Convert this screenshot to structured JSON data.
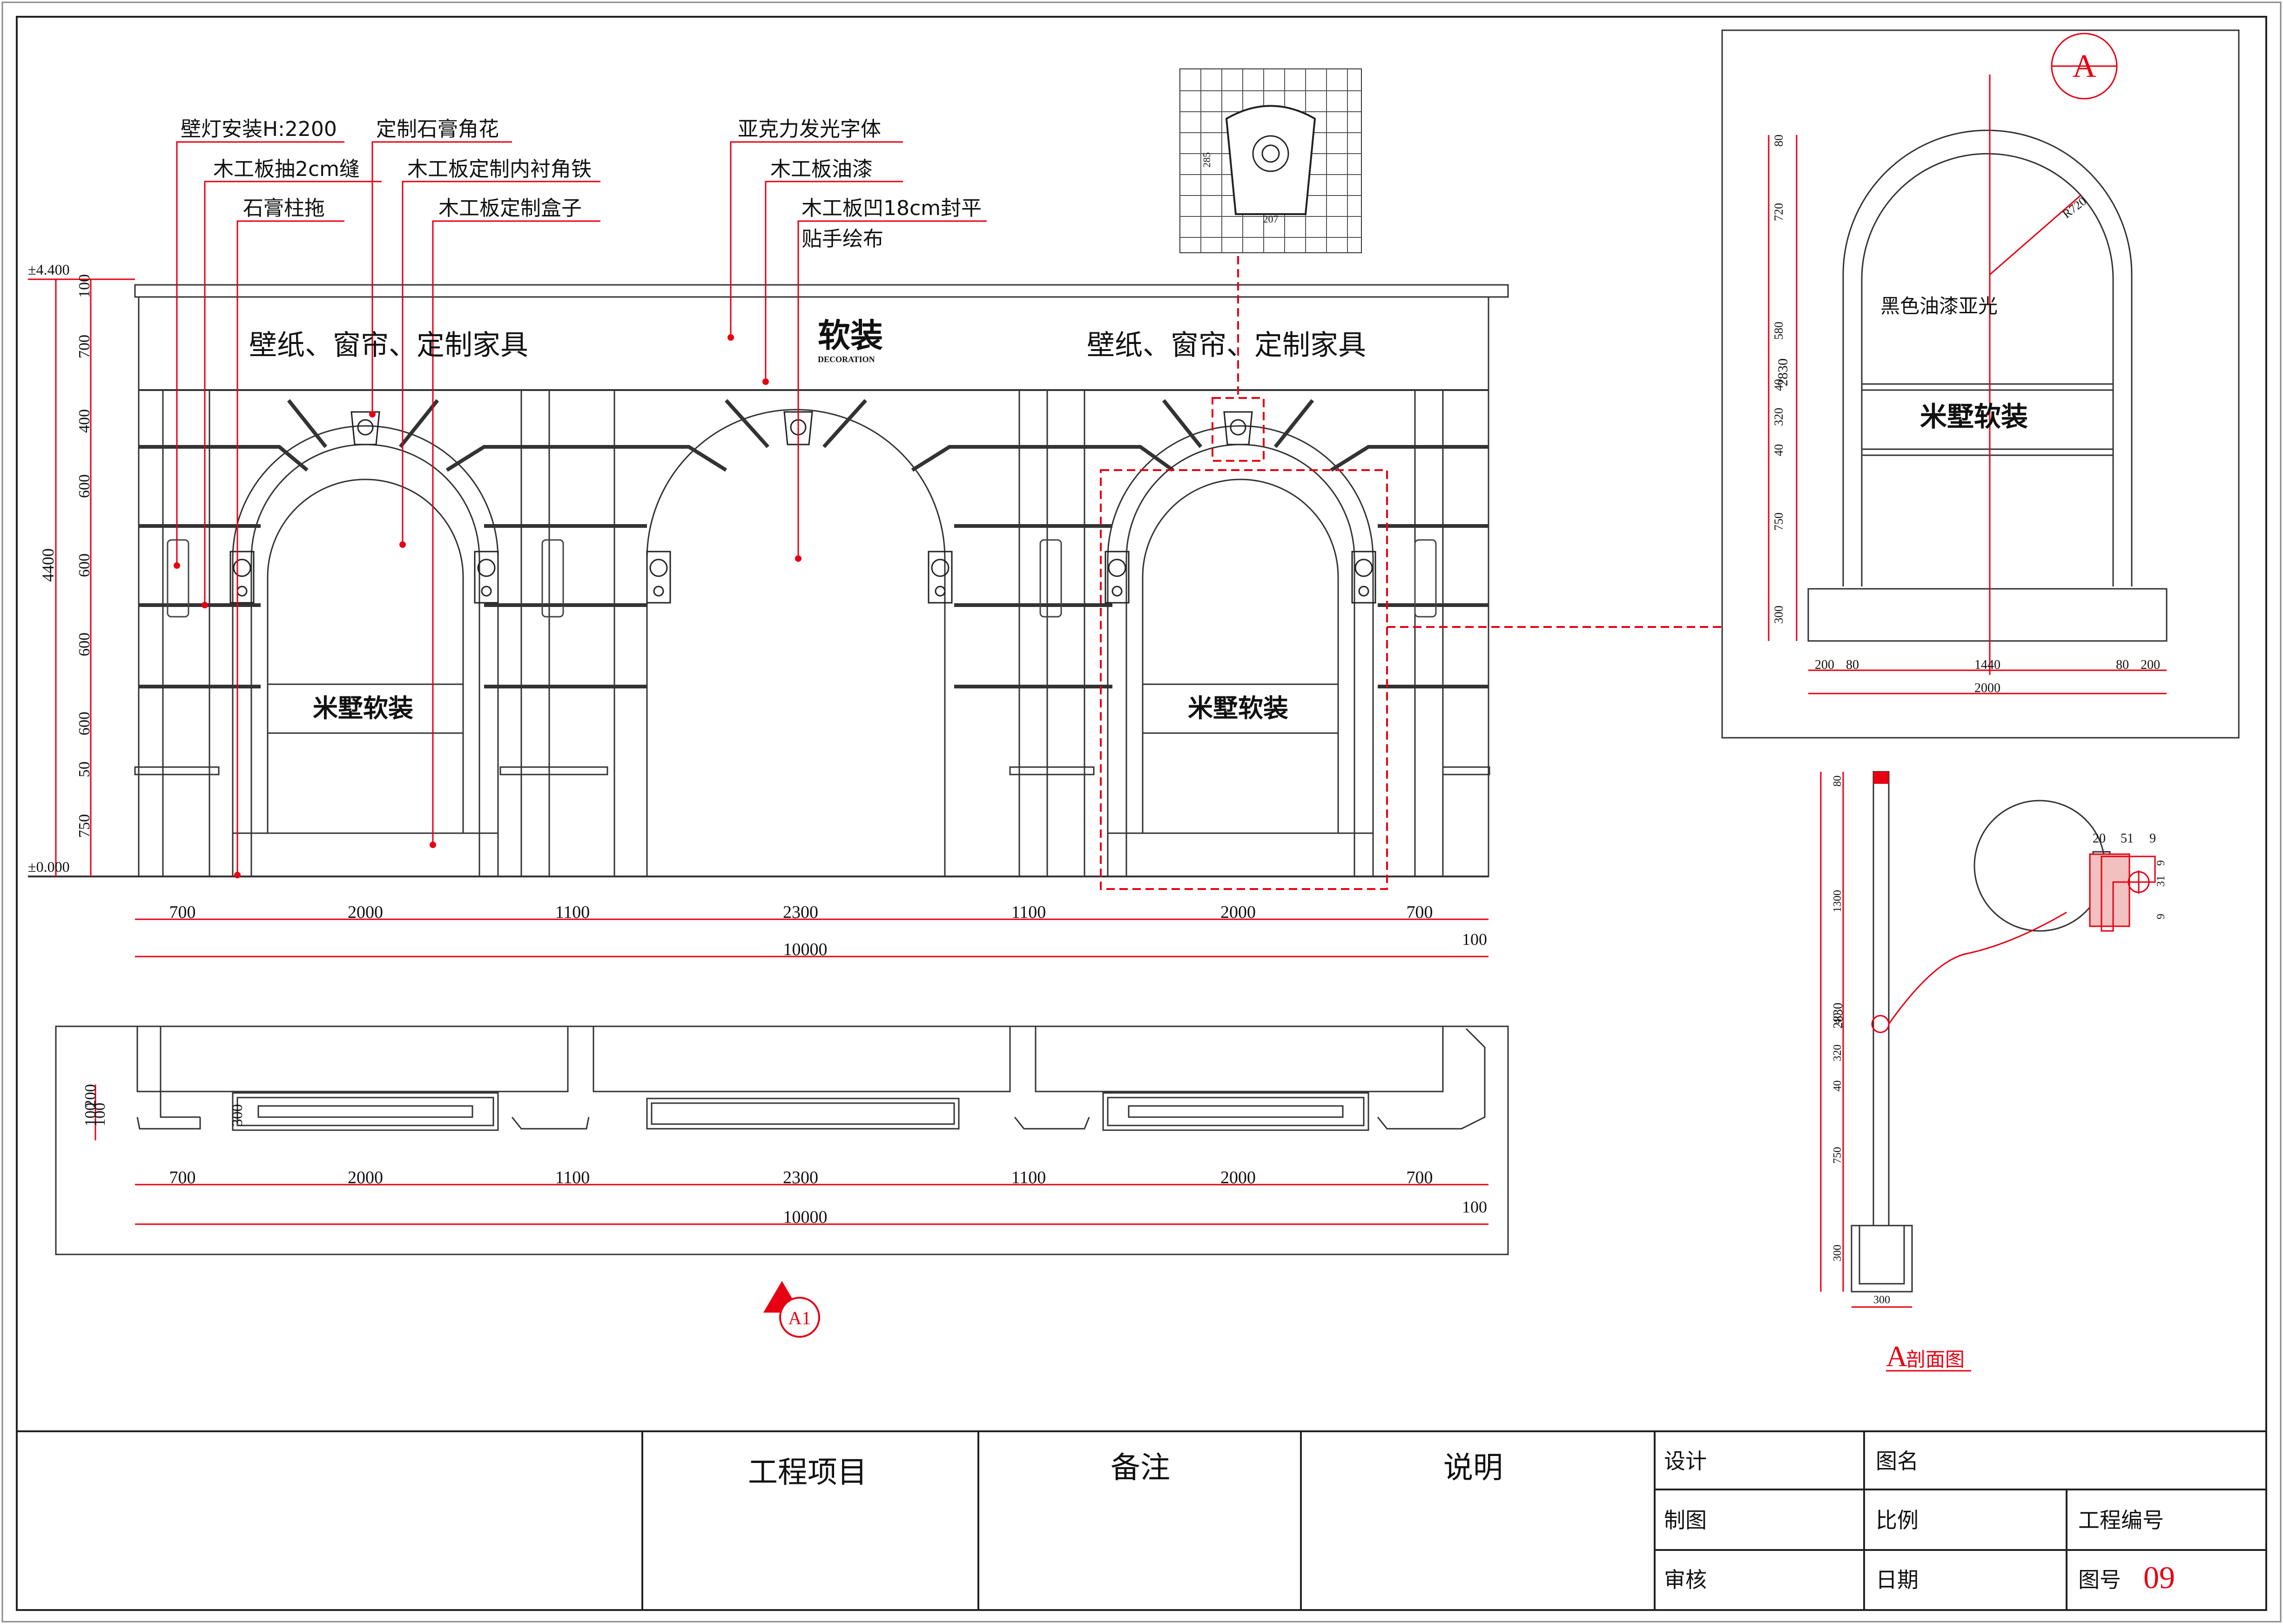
{
  "elevation": {
    "callouts": {
      "lamp_height": "壁灯安装H:2200",
      "wood_groove": "木工板抽2cm缝",
      "plaster_base": "石膏柱拖",
      "plaster_flower": "定制石膏角花",
      "wood_inner_iron": "木工板定制内衬角铁",
      "wood_box": "木工板定制盒子",
      "acrylic_font": "亚克力发光字体",
      "wood_paint": "木工板油漆",
      "wood_recess_line1": "木工板凹18cm封平",
      "wood_recess_line2": "贴手绘布"
    },
    "banner_left": "壁纸、窗帘、定制家具",
    "banner_right": "壁纸、窗帘、定制家具",
    "logo_main": "软装",
    "logo_sub": "DECORATION",
    "arch_sign": "米墅软装",
    "level_top": "±4.400",
    "level_bottom": "±0.000",
    "left_dims": [
      "100",
      "700",
      "400",
      "600",
      "600",
      "600",
      "600",
      "50",
      "750"
    ],
    "total_height": "4400",
    "bottom_dims": [
      "700",
      "2000",
      "1100",
      "2300",
      "1100",
      "2000",
      "700"
    ],
    "total_width": "10000",
    "edge_dim": "100"
  },
  "plan": {
    "left_dims": [
      "100",
      "200",
      "100"
    ],
    "box_depth": "300",
    "bottom_dims": [
      "700",
      "2000",
      "1100",
      "2300",
      "1100",
      "2000",
      "700"
    ],
    "total_width": "10000",
    "edge_dim": "100",
    "section_mark": "A1"
  },
  "detail_top": {
    "dim_h": "285",
    "dim_w": "207"
  },
  "section_a": {
    "marker": "A",
    "note": "黑色油漆亚光",
    "radius": "R720",
    "sign": "米墅软装",
    "left_dims": [
      "80",
      "720",
      "580",
      "40",
      "320",
      "40",
      "750",
      "300"
    ],
    "total_height": "2830",
    "bottom_dims": [
      "200",
      "80",
      "1440",
      "80",
      "200"
    ],
    "total_width": "2000"
  },
  "section_profile": {
    "dims": [
      "80",
      "1300",
      "40",
      "320",
      "40",
      "750",
      "300"
    ],
    "total_height": "2830",
    "base_width": "300",
    "zoom_dims": [
      "20",
      "51",
      "9",
      "9",
      "31",
      "9"
    ],
    "title_letter": "A",
    "title_text": "剖面图"
  },
  "title_block": {
    "project": "工程项目",
    "remark": "备注",
    "explain": "说明",
    "design": "设计",
    "drawing_name": "图名",
    "drafting": "制图",
    "scale": "比例",
    "project_no": "工程编号",
    "review": "审核",
    "date": "日期",
    "drawing_no_label": "图号",
    "drawing_no": "09"
  }
}
